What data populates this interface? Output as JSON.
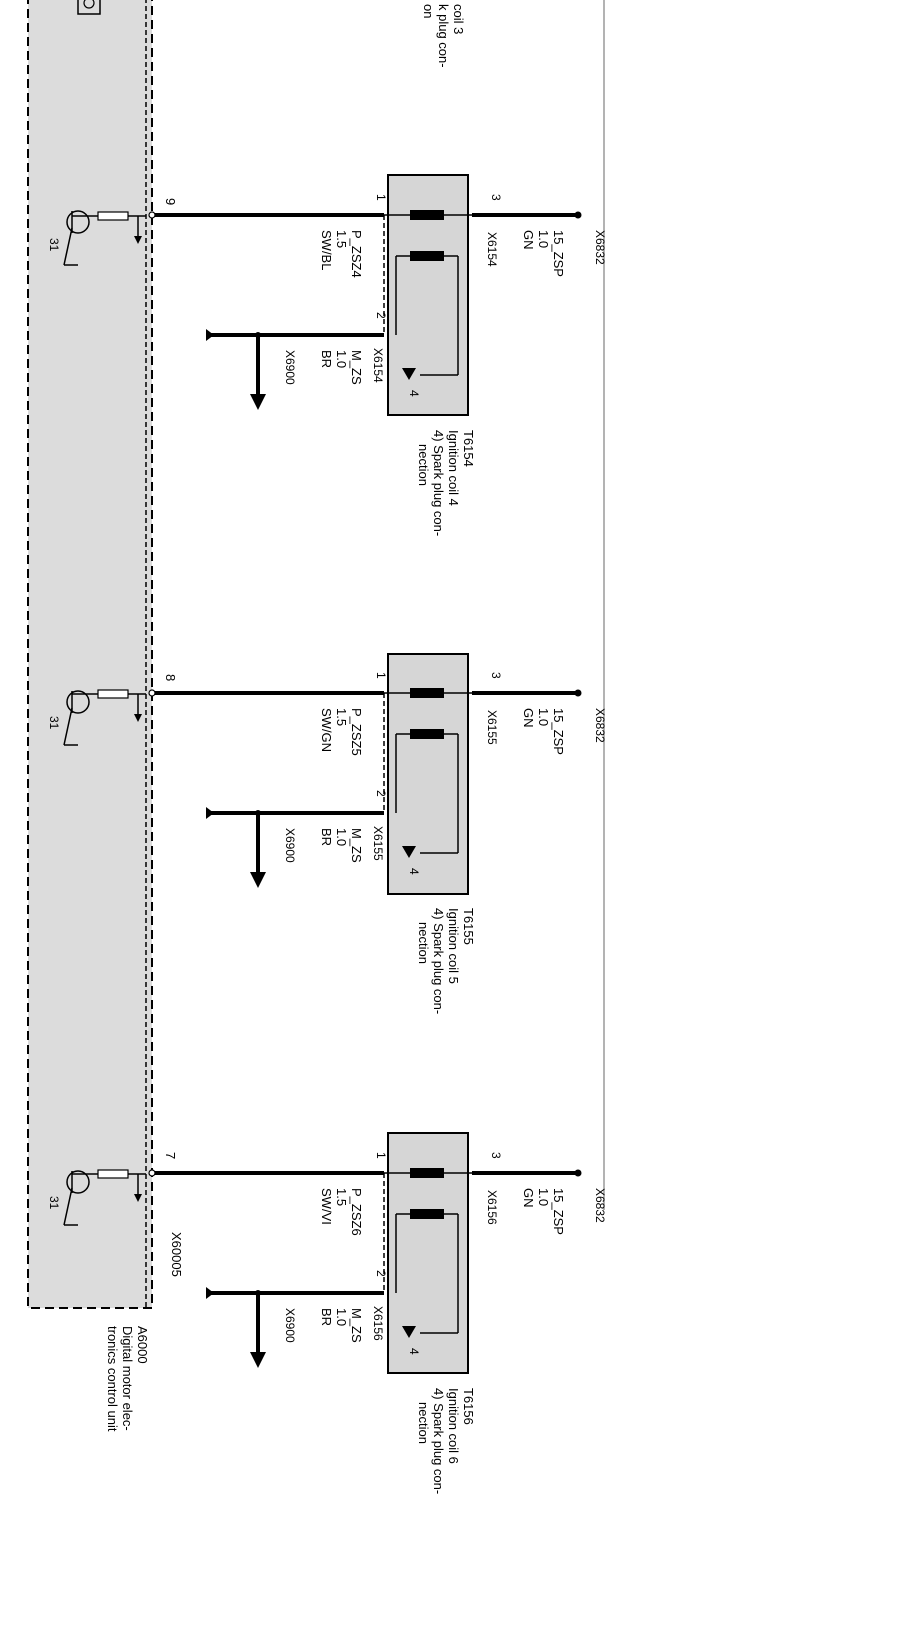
{
  "ecu": {
    "id": "A6000",
    "name_line1": "Digital motor elec-",
    "name_line2": "tronics control unit",
    "connector": "X60005",
    "ground": "31"
  },
  "top_partial": {
    "line1": "coil 3",
    "line2": "k plug con-",
    "line3": "on"
  },
  "coils": [
    {
      "ecu_pin": "9",
      "id": "T6154",
      "name": "Ignition coil 4",
      "note_line1": "4) Spark plug con-",
      "note_line2": "nection",
      "connector": "X6154",
      "pin1": "1",
      "pin2": "2",
      "pin3": "3",
      "pin4": "4",
      "wire_in": {
        "signal": "P_ZSZ4",
        "size": "1.5",
        "color": "SW/BL"
      },
      "wire_gnd": {
        "signal": "M_ZS",
        "size": "1.0",
        "color": "BR",
        "dest": "X6900"
      },
      "wire_pwr": {
        "signal": "15_ZSP",
        "size": "1.0",
        "color": "GN",
        "dest": "X6832"
      }
    },
    {
      "ecu_pin": "8",
      "id": "T6155",
      "name": "Ignition coil 5",
      "note_line1": "4) Spark plug con-",
      "note_line2": "nection",
      "connector": "X6155",
      "pin1": "1",
      "pin2": "2",
      "pin3": "3",
      "pin4": "4",
      "wire_in": {
        "signal": "P_ZSZ5",
        "size": "1.5",
        "color": "SW/GN"
      },
      "wire_gnd": {
        "signal": "M_ZS",
        "size": "1.0",
        "color": "BR",
        "dest": "X6900"
      },
      "wire_pwr": {
        "signal": "15_ZSP",
        "size": "1.0",
        "color": "GN",
        "dest": "X6832"
      }
    },
    {
      "ecu_pin": "7",
      "id": "T6156",
      "name": "Ignition coil 6",
      "note_line1": "4) Spark plug con-",
      "note_line2": "nection",
      "connector": "X6156",
      "pin1": "1",
      "pin2": "2",
      "pin3": "3",
      "pin4": "4",
      "wire_in": {
        "signal": "P_ZSZ6",
        "size": "1.5",
        "color": "SW/VI"
      },
      "wire_gnd": {
        "signal": "M_ZS",
        "size": "1.0",
        "color": "BR",
        "dest": "X6900"
      },
      "wire_pwr": {
        "signal": "15_ZSP",
        "size": "1.0",
        "color": "GN",
        "dest": "X6832"
      }
    }
  ],
  "colors": {
    "ecu_fill": "#dcdcdc",
    "coil_fill": "#d6d6d6",
    "bus": "#9a9a9a"
  }
}
